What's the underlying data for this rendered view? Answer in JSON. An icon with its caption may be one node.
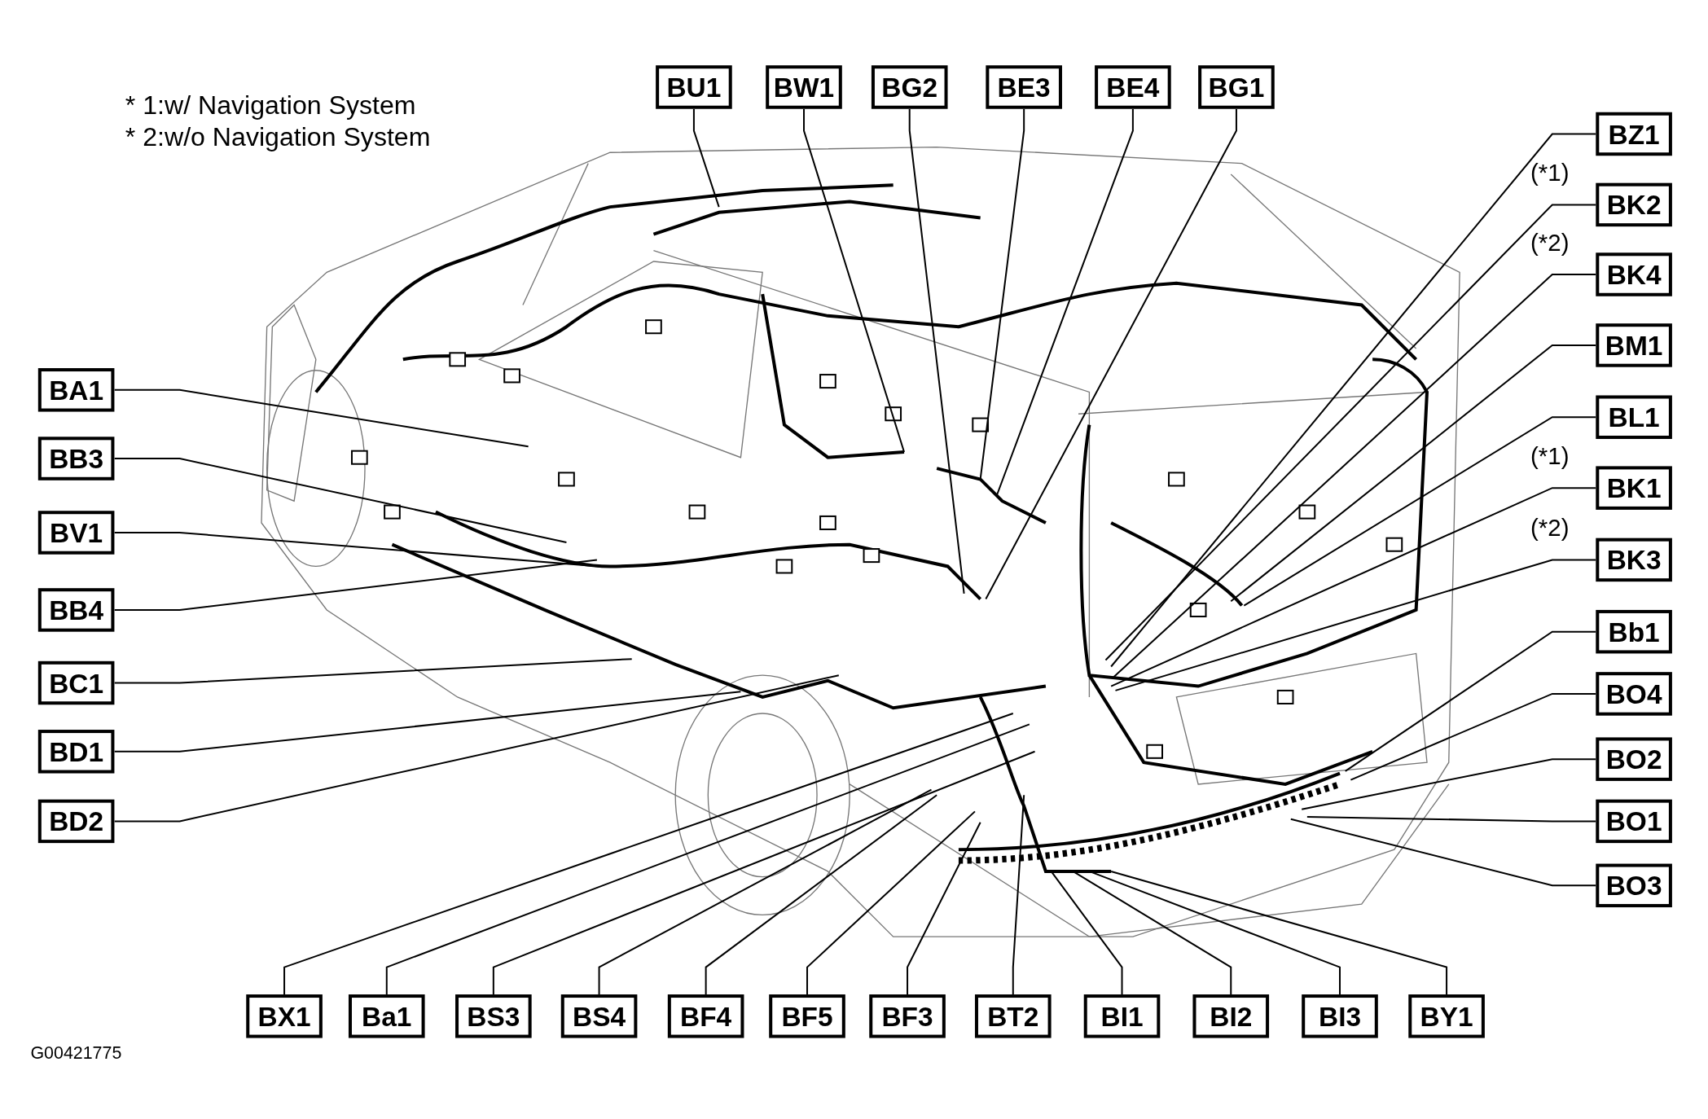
{
  "diagram": {
    "nodes": [
      {
        "text": [
          "BU1"
        ]
      },
      {
        "text": [
          "BW1"
        ]
      },
      {
        "text": [
          "BG2"
        ]
      },
      {
        "text": [
          "BE3"
        ]
      },
      {
        "text": [
          "BE4"
        ]
      },
      {
        "text": [
          "BG1"
        ]
      },
      {
        "text": [
          "BZ1"
        ]
      },
      {
        "text": [
          "BK2"
        ],
        "beside": [
          "(*1)"
        ]
      },
      {
        "text": [
          "BK4"
        ],
        "beside": [
          "(*2)"
        ]
      },
      {
        "text": [
          "BM1"
        ]
      },
      {
        "text": [
          "BL1"
        ]
      },
      {
        "text": [
          "BK1"
        ],
        "beside": [
          "(*1)"
        ]
      },
      {
        "text": [
          "BK3"
        ],
        "beside": [
          "(*2)"
        ]
      },
      {
        "text": [
          "Bb1"
        ]
      },
      {
        "text": [
          "BO4"
        ]
      },
      {
        "text": [
          "BO2"
        ]
      },
      {
        "text": [
          "BO1"
        ]
      },
      {
        "text": [
          "BO3"
        ]
      },
      {
        "text": [
          "BA1"
        ]
      },
      {
        "text": [
          "BB3"
        ]
      },
      {
        "text": [
          "BV1"
        ]
      },
      {
        "text": [
          "BB4"
        ]
      },
      {
        "text": [
          "BC1"
        ]
      },
      {
        "text": [
          "BD1"
        ]
      },
      {
        "text": [
          "BD2"
        ]
      },
      {
        "text": [
          "BX1"
        ]
      },
      {
        "text": [
          "Ba1"
        ]
      },
      {
        "text": [
          "BS3"
        ]
      },
      {
        "text": [
          "BS4"
        ]
      },
      {
        "text": [
          "BF4"
        ]
      },
      {
        "text": [
          "BF5"
        ]
      },
      {
        "text": [
          "BF3"
        ]
      },
      {
        "text": [
          "BT2"
        ]
      },
      {
        "text": [
          "BI1"
        ]
      },
      {
        "text": [
          "BI2"
        ]
      },
      {
        "text": [
          "BI3"
        ]
      },
      {
        "text": [
          "BY1"
        ]
      }
    ],
    "edges": [
      {
        "from": 0,
        "to": null,
        "arrow": "none"
      },
      {
        "from": 1,
        "to": null,
        "arrow": "none"
      },
      {
        "from": 2,
        "to": null,
        "arrow": "none"
      },
      {
        "from": 3,
        "to": null,
        "arrow": "none"
      },
      {
        "from": 4,
        "to": null,
        "arrow": "none"
      },
      {
        "from": 5,
        "to": null,
        "arrow": "none"
      },
      {
        "from": 6,
        "to": null,
        "arrow": "none"
      },
      {
        "from": 7,
        "to": null,
        "arrow": "none"
      },
      {
        "from": 8,
        "to": null,
        "arrow": "none"
      },
      {
        "from": 9,
        "to": null,
        "arrow": "none"
      },
      {
        "from": 10,
        "to": null,
        "arrow": "none"
      },
      {
        "from": 11,
        "to": null,
        "arrow": "none"
      },
      {
        "from": 12,
        "to": null,
        "arrow": "none"
      },
      {
        "from": 13,
        "to": null,
        "arrow": "none"
      },
      {
        "from": 14,
        "to": null,
        "arrow": "none"
      },
      {
        "from": 15,
        "to": null,
        "arrow": "none"
      },
      {
        "from": 16,
        "to": null,
        "arrow": "none"
      },
      {
        "from": 17,
        "to": null,
        "arrow": "none"
      },
      {
        "from": 18,
        "to": null,
        "arrow": "none"
      },
      {
        "from": 19,
        "to": null,
        "arrow": "none"
      },
      {
        "from": 20,
        "to": null,
        "arrow": "none"
      },
      {
        "from": 21,
        "to": null,
        "arrow": "none"
      },
      {
        "from": 22,
        "to": null,
        "arrow": "none"
      },
      {
        "from": 23,
        "to": null,
        "arrow": "none"
      },
      {
        "from": 24,
        "to": null,
        "arrow": "none"
      },
      {
        "from": 25,
        "to": null,
        "arrow": "none"
      },
      {
        "from": 26,
        "to": null,
        "arrow": "none"
      },
      {
        "from": 27,
        "to": null,
        "arrow": "none"
      },
      {
        "from": 28,
        "to": null,
        "arrow": "none"
      },
      {
        "from": 29,
        "to": null,
        "arrow": "none"
      },
      {
        "from": 30,
        "to": null,
        "arrow": "none"
      },
      {
        "from": 31,
        "to": null,
        "arrow": "none"
      },
      {
        "from": 32,
        "to": null,
        "arrow": "none"
      },
      {
        "from": 33,
        "to": null,
        "arrow": "none"
      },
      {
        "from": 34,
        "to": null,
        "arrow": "none"
      },
      {
        "from": 35,
        "to": null,
        "arrow": "none"
      },
      {
        "from": 36,
        "to": null,
        "arrow": "none"
      }
    ],
    "labels": [
      "* 1:w/ Navigation System",
      "* 2:w/o Navigation System",
      "G00421775"
    ]
  }
}
